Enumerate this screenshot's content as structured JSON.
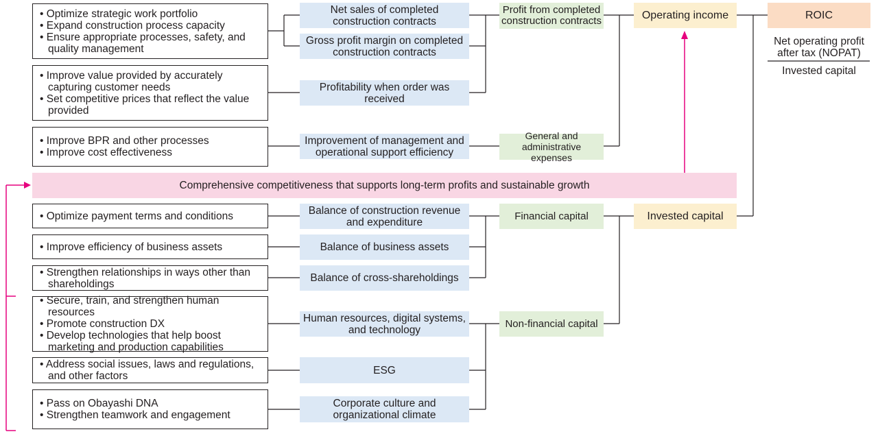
{
  "left_boxes": [
    {
      "items": [
        "Optimize strategic work portfolio",
        "Expand construction process capacity",
        "Ensure appropriate processes, safety, and quality management"
      ]
    },
    {
      "items": [
        "Improve value provided by accurately capturing customer needs",
        "Set competitive prices that reflect the value provided"
      ]
    },
    {
      "items": [
        "Improve BPR and other processes",
        "Improve cost effectiveness"
      ]
    },
    {
      "items": [
        "Optimize payment terms and conditions"
      ]
    },
    {
      "items": [
        "Improve efficiency of business assets"
      ]
    },
    {
      "items": [
        "Strengthen relationships in ways other than shareholdings"
      ]
    },
    {
      "items": [
        "Secure, train, and strengthen human resources",
        "Promote construction DX",
        "Develop technologies that help boost marketing and production capabilities"
      ]
    },
    {
      "items": [
        "Address social issues, laws and regulations, and other factors"
      ]
    },
    {
      "items": [
        "Pass on Obayashi DNA",
        "Strengthen teamwork and engagement"
      ]
    }
  ],
  "drivers": [
    "Net sales of completed construction contracts",
    "Gross profit margin on completed construction contracts",
    "Profitability when order was received",
    "Improvement of management and operational support efficiency",
    "Balance of construction revenue and expenditure",
    "Balance of business assets",
    "Balance of cross-shareholdings",
    "Human resources, digital systems, and technology",
    "ESG",
    "Corporate culture and organizational climate"
  ],
  "components": {
    "profit": "Profit from completed construction contracts",
    "ga": "General and administrative expenses",
    "financial": "Financial capital",
    "nonfinancial": "Non-financial capital"
  },
  "operating_income": "Operating income",
  "invested_capital": "Invested capital",
  "roic": {
    "title": "ROIC",
    "numerator": "Net operating profit after tax (NOPAT)",
    "denominator": "Invested capital"
  },
  "banner": "Comprehensive competitiveness that supports long-term profits and sustainable growth",
  "colors": {
    "blue": "#dce8f5",
    "green": "#e2efd9",
    "yellow": "#fcefcf",
    "peach": "#fbdcc4",
    "pink": "#f9d6e4",
    "arrow": "#e6007e"
  }
}
